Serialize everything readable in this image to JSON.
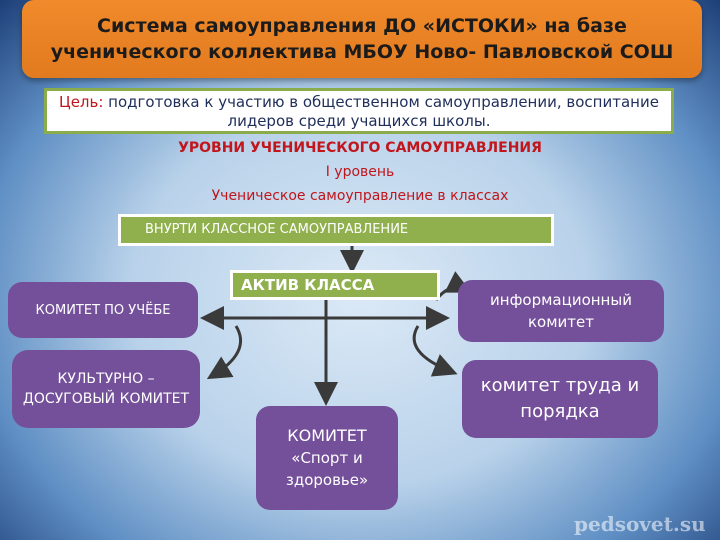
{
  "title": "Система самоуправления ДО «ИСТОКИ» на базе ученического коллектива  МБОУ Ново- Павловской СОШ",
  "goal": {
    "label": "Цель:",
    "text": " подготовка к участию в общественном самоуправлении, воспитание лидеров среди учащихся школы."
  },
  "levels_heading": "УРОВНИ УЧЕНИЧЕСКОГО САМОУПРАВЛЕНИЯ",
  "level": "I уровень",
  "level_desc": "Ученическое самоуправление в классах",
  "inner_box": "ВНУРТИ КЛАССНОЕ САМОУПРАВЛЕНИЕ",
  "activ": "АКТИВ КЛАССА",
  "committees": {
    "study": "КОМИТЕТ ПО УЧЁБЕ",
    "culture": "КУЛЬТУРНО – ДОСУГОВЫЙ КОМИТЕТ",
    "info": "информационный комитет",
    "labor": "комитет труда и порядка",
    "sport_title": "КОМИТЕТ",
    "sport_name": "«Спорт и здоровье»"
  },
  "watermark": "pedsovet.su",
  "colors": {
    "title_bg": "#f08a2a",
    "green": "#8fb04c",
    "purple": "#75509a",
    "red": "#c0161c"
  }
}
